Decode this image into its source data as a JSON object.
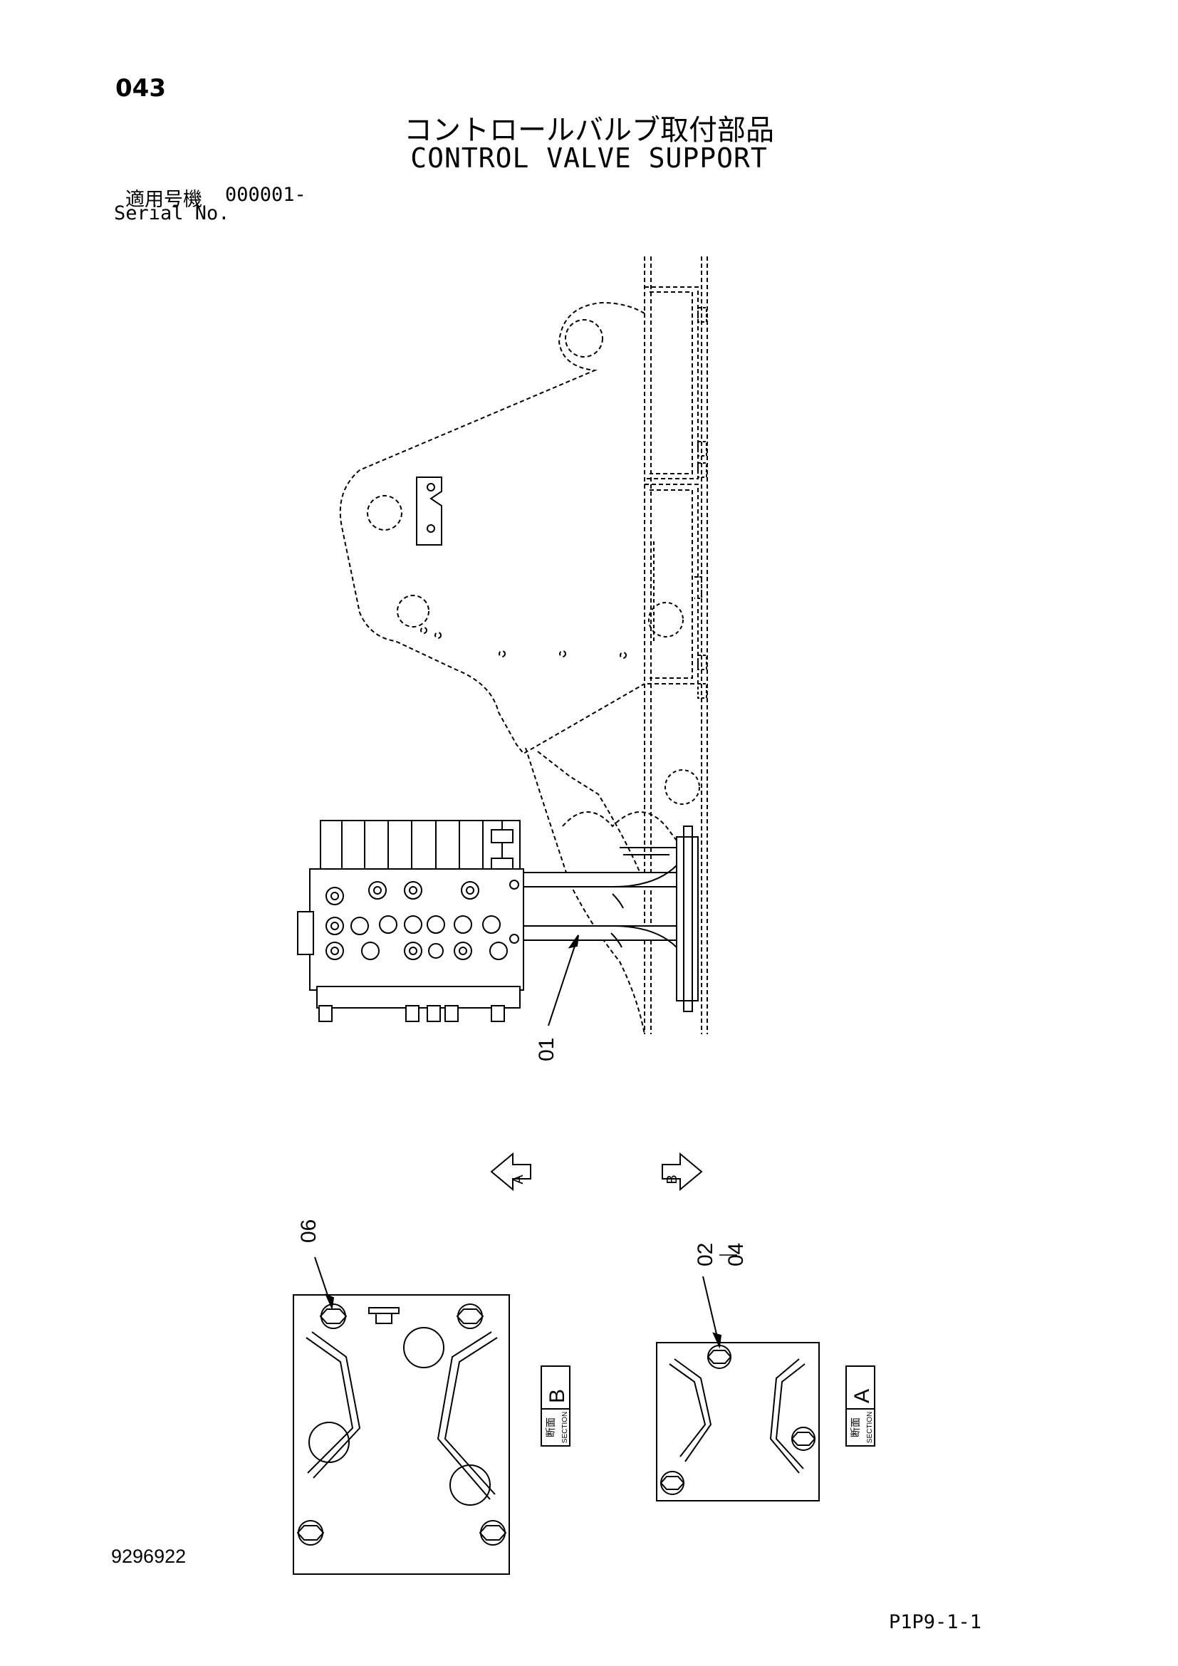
{
  "header": {
    "page_number": "043",
    "title_jp": "コントロールバルブ取付部品",
    "title_en": "CONTROL VALVE SUPPORT",
    "serial_label_jp": "適用号機",
    "serial_value": "000001-",
    "serial_label_en": "Serial No."
  },
  "callouts": {
    "main_part": "01",
    "bolt_b": "06",
    "bolt_a_top": "02",
    "bolt_a_bottom": "04"
  },
  "view_markers": {
    "a": "A",
    "b": "B"
  },
  "sections": {
    "b": {
      "letter": "B",
      "jp": "断面",
      "en": "SECTION"
    },
    "a": {
      "letter": "A",
      "jp": "断面",
      "en": "SECTION"
    }
  },
  "footer": {
    "document_number": "9296922",
    "sheet_number": "P1P9-1-1"
  }
}
